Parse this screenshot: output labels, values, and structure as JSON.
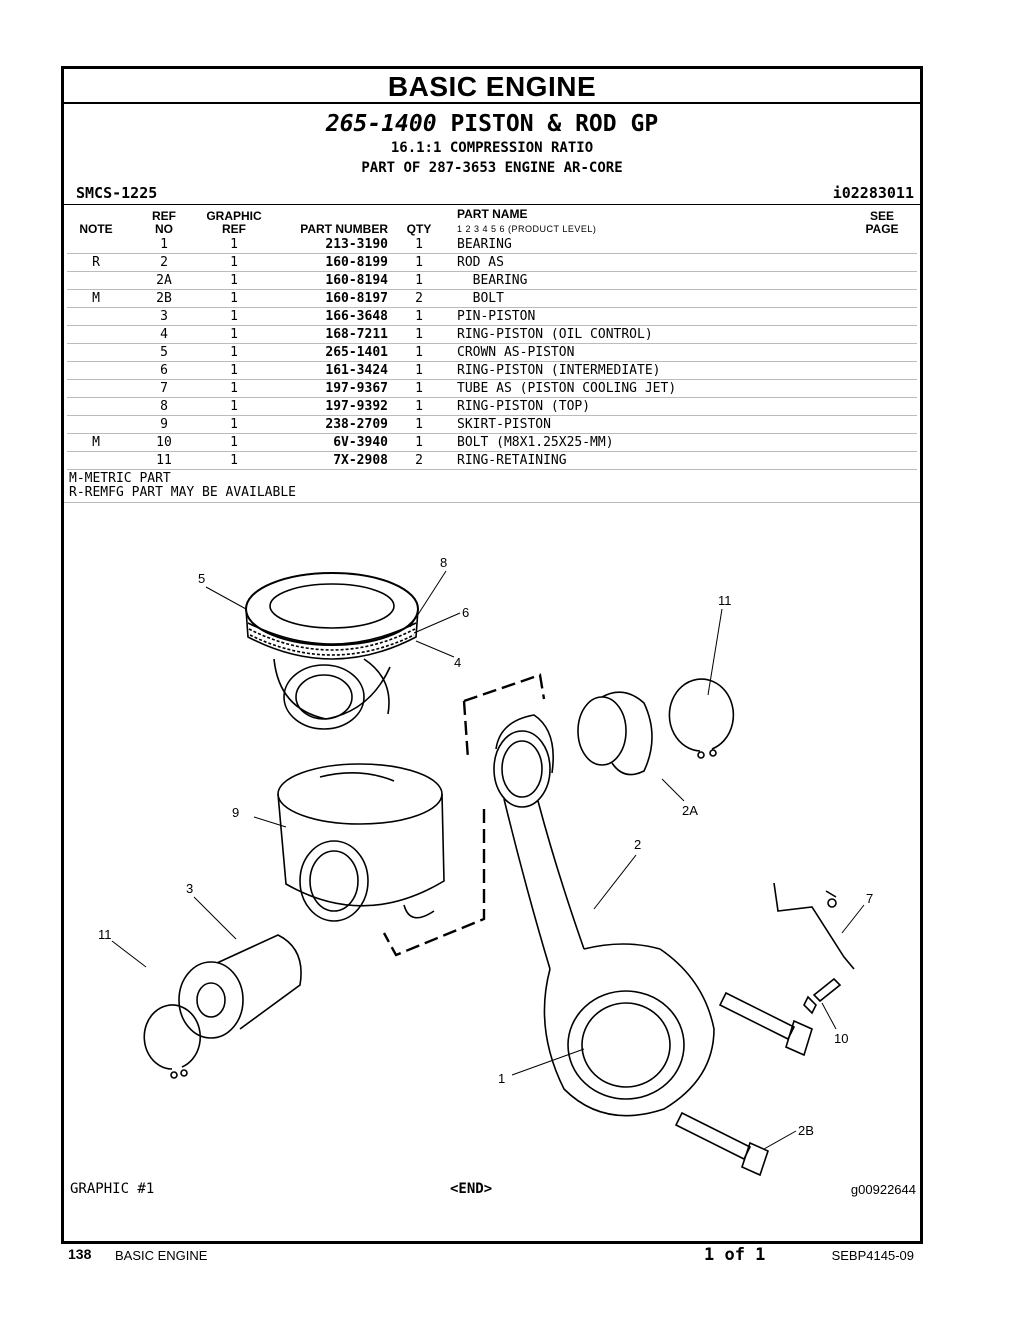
{
  "section_title": "BASIC ENGINE",
  "group": {
    "number": "265-1400",
    "name": "PISTON & ROD GP",
    "line1": "16.1:1 COMPRESSION RATIO",
    "line2": "PART OF 287-3653 ENGINE AR-CORE"
  },
  "smcs": "SMCS-1225",
  "ident": "i02283011",
  "headers": {
    "note": "NOTE",
    "ref_top": "REF",
    "ref_bottom": "NO",
    "graphic_top": "GRAPHIC",
    "graphic_bottom": "REF",
    "part_number": "PART NUMBER",
    "qty": "QTY",
    "part_name": "PART NAME",
    "levels": "1   2   3   4   5   6   (PRODUCT LEVEL)",
    "see_top": "SEE",
    "see_bottom": "PAGE"
  },
  "rows": [
    {
      "note": "",
      "ref": "1",
      "gr": "1",
      "pn": "213-3190",
      "qty": "1",
      "name": "BEARING"
    },
    {
      "note": "R",
      "ref": "2",
      "gr": "1",
      "pn": "160-8199",
      "qty": "1",
      "name": "ROD AS"
    },
    {
      "note": "",
      "ref": "2A",
      "gr": "1",
      "pn": "160-8194",
      "qty": "1",
      "name": "  BEARING"
    },
    {
      "note": "M",
      "ref": "2B",
      "gr": "1",
      "pn": "160-8197",
      "qty": "2",
      "name": "  BOLT"
    },
    {
      "note": "",
      "ref": "3",
      "gr": "1",
      "pn": "166-3648",
      "qty": "1",
      "name": "PIN-PISTON"
    },
    {
      "note": "",
      "ref": "4",
      "gr": "1",
      "pn": "168-7211",
      "qty": "1",
      "name": "RING-PISTON (OIL CONTROL)"
    },
    {
      "note": "",
      "ref": "5",
      "gr": "1",
      "pn": "265-1401",
      "qty": "1",
      "name": "CROWN AS-PISTON"
    },
    {
      "note": "",
      "ref": "6",
      "gr": "1",
      "pn": "161-3424",
      "qty": "1",
      "name": "RING-PISTON (INTERMEDIATE)"
    },
    {
      "note": "",
      "ref": "7",
      "gr": "1",
      "pn": "197-9367",
      "qty": "1",
      "name": "TUBE AS (PISTON COOLING JET)"
    },
    {
      "note": "",
      "ref": "8",
      "gr": "1",
      "pn": "197-9392",
      "qty": "1",
      "name": "RING-PISTON (TOP)"
    },
    {
      "note": "",
      "ref": "9",
      "gr": "1",
      "pn": "238-2709",
      "qty": "1",
      "name": "SKIRT-PISTON"
    },
    {
      "note": "M",
      "ref": "10",
      "gr": "1",
      "pn": "6V-3940",
      "qty": "1",
      "name": "BOLT (M8X1.25X25-MM)"
    },
    {
      "note": "",
      "ref": "11",
      "gr": "1",
      "pn": "7X-2908",
      "qty": "2",
      "name": "RING-RETAINING"
    }
  ],
  "notes": [
    "M-METRIC PART",
    "R-REMFG PART MAY BE AVAILABLE"
  ],
  "callouts": [
    "5",
    "8",
    "6",
    "4",
    "11",
    "2A",
    "9",
    "3",
    "11",
    "2",
    "7",
    "10",
    "1",
    "2B"
  ],
  "graphic_label": "GRAPHIC #1",
  "end_marker": "<END>",
  "graphic_id": "g00922644",
  "footer": {
    "page": "138",
    "section": "BASIC ENGINE",
    "page_of": "1 of 1",
    "doc": "SEBP4145-09"
  }
}
